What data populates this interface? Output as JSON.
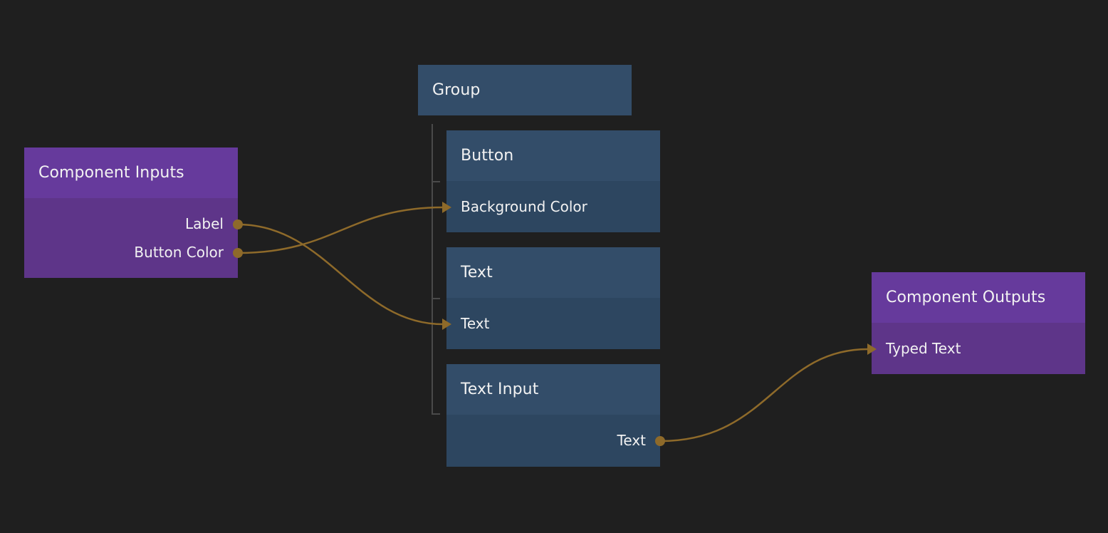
{
  "component_inputs": {
    "title": "Component Inputs",
    "ports": [
      "Label",
      "Button Color"
    ]
  },
  "group": {
    "title": "Group"
  },
  "button": {
    "title": "Button",
    "ports": [
      "Background Color"
    ]
  },
  "text_node": {
    "title": "Text",
    "ports": [
      "Text"
    ]
  },
  "text_input": {
    "title": "Text Input",
    "ports": [
      "Text"
    ]
  },
  "component_outputs": {
    "title": "Component Outputs",
    "ports": [
      "Typed Text"
    ]
  },
  "colors": {
    "background": "#1f1f1f",
    "node_blue": "#334d69",
    "node_purple": "#663a9c",
    "connection": "#8e6a2a"
  }
}
